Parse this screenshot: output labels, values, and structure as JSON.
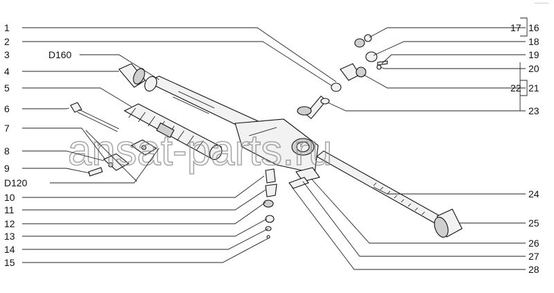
{
  "watermark": "ansat-parts.ru",
  "labels_left": [
    "1",
    "2",
    "3",
    "D160",
    "4",
    "5",
    "6",
    "7",
    "8",
    "9",
    "D120",
    "10",
    "11",
    "12",
    "13",
    "14",
    "15"
  ],
  "labels_right": [
    "17",
    "16",
    "18",
    "19",
    "20",
    "22",
    "21",
    "23",
    "24",
    "25",
    "26",
    "27",
    "28"
  ],
  "colors": {
    "line": "#222222",
    "fill": "#f2f2f2",
    "shade": "#cfcfcf",
    "watermark": "#8c8c8c"
  }
}
